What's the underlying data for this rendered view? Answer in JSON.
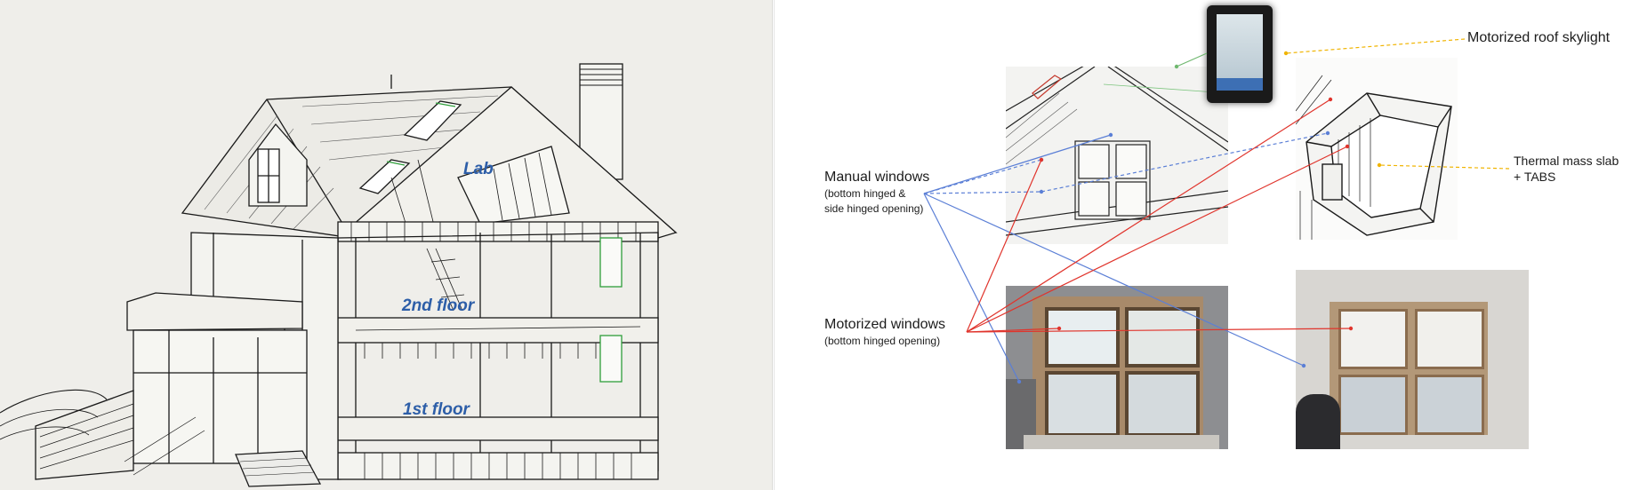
{
  "colors": {
    "floor_label": "#2d5ea8",
    "red_leader": "#e0342c",
    "blue_leader": "#5b7fd6",
    "yellow_leader": "#f0b400"
  },
  "house_model": {
    "labels": {
      "lab": "Lab",
      "second_floor": "2nd floor",
      "first_floor": "1st floor"
    }
  },
  "annotations": {
    "manual_windows": {
      "title": "Manual windows",
      "detail_line1": "(bottom hinged &",
      "detail_line2": "side hinged opening)"
    },
    "motorized_windows": {
      "title": "Motorized windows",
      "detail": "(bottom hinged opening)"
    },
    "skylight": {
      "title": "Motorized roof skylight"
    },
    "thermal_mass": {
      "line1": "Thermal mass slab",
      "line2": "+ TABS"
    }
  }
}
